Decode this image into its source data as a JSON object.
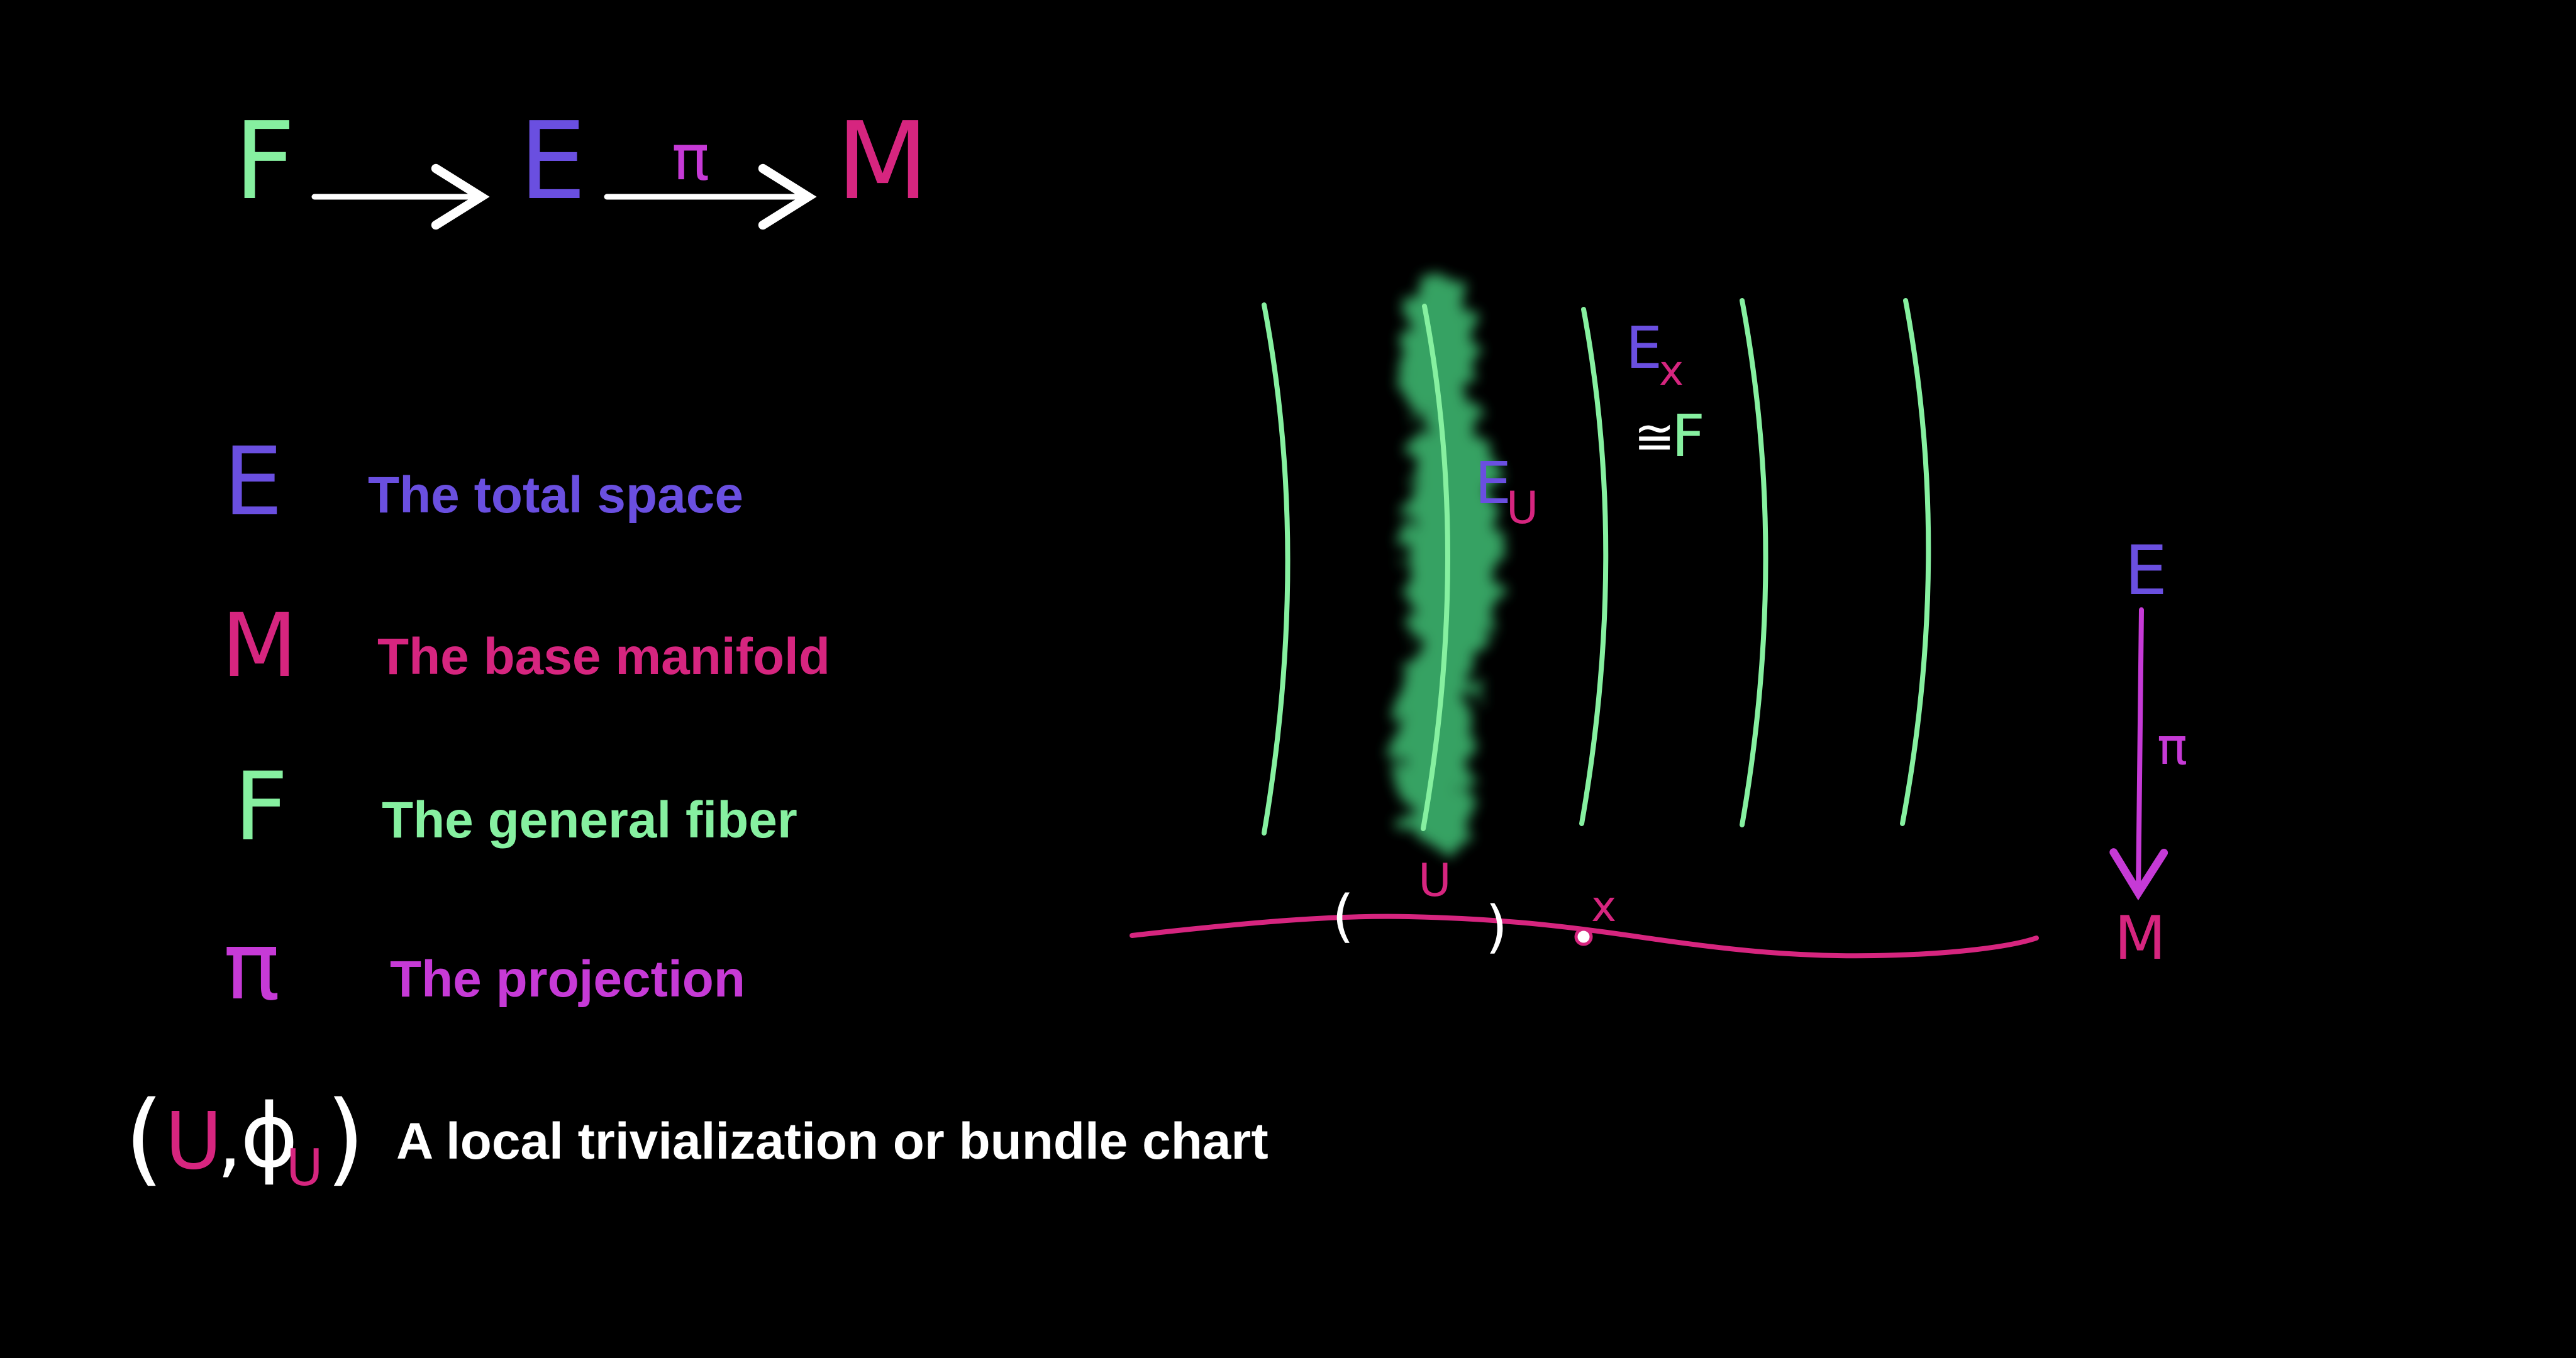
{
  "colors": {
    "background": "#000000",
    "total_space": "#6a4fe0",
    "base_manifold": "#d6257f",
    "fiber": "#86f0a0",
    "projection": "#c63ad6",
    "chart": "#ffffff",
    "fiber_cloud": "#3fbf74"
  },
  "sequence": {
    "fiber": "F",
    "total_space": "E",
    "projection_label": "π",
    "base": "M"
  },
  "legend": [
    {
      "symbol": "E",
      "text": "The total space",
      "color_key": "total_space"
    },
    {
      "symbol": "M",
      "text": "The base manifold",
      "color_key": "base_manifold"
    },
    {
      "symbol": "F",
      "text": "The general fiber",
      "color_key": "fiber"
    },
    {
      "symbol": "π",
      "text": "The projection",
      "color_key": "projection"
    }
  ],
  "chart_row": {
    "open_paren": "(",
    "set": "U",
    "comma": ",",
    "map": "ϕ",
    "map_subscript": "U",
    "close_paren": ")",
    "text": "A local trivialization or bundle chart"
  },
  "diagram": {
    "fiber_over_x": "E",
    "fiber_over_x_subscript": "x",
    "iso_symbol": "≅",
    "iso_target": "F",
    "restricted_bundle": "E",
    "restricted_subscript": "U",
    "open_set_label": "U",
    "point_label": "x",
    "left_paren": "(",
    "right_paren": ")",
    "side_total_space": "E",
    "side_projection": "π",
    "side_base": "M"
  }
}
